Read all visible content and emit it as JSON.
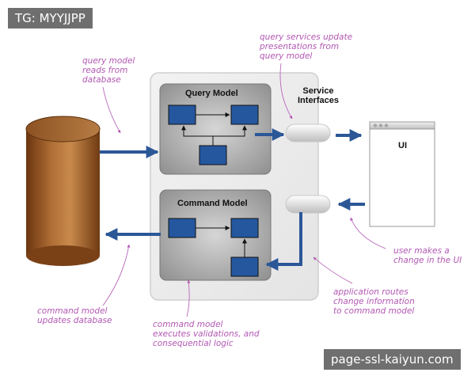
{
  "watermarks": {
    "top_left": "TG: MYYJJPP",
    "bottom_right": "page-ssl-kaiyun.com"
  },
  "diagram": {
    "query_model_title": "Query Model",
    "command_model_title": "Command Model",
    "service_interfaces_label": "Service\nInterfaces",
    "ui_label": "UI"
  },
  "annotations": {
    "query_reads": "query model\nreads from\ndatabase",
    "query_services": "query services update\npresentations from\nquery model",
    "user_changes": "user makes a\nchange in the UI",
    "app_routes": "application routes\nchange information\nto command model",
    "command_updates": "command model\nupdates database",
    "command_executes": "command model\nexecutes validations, and\nconsequential logic"
  },
  "colors": {
    "arrow_blue": "#2b5797",
    "box_blue": "#25579f",
    "annotation_purple": "#b257b3",
    "database_brown": "#8a4d1c"
  }
}
